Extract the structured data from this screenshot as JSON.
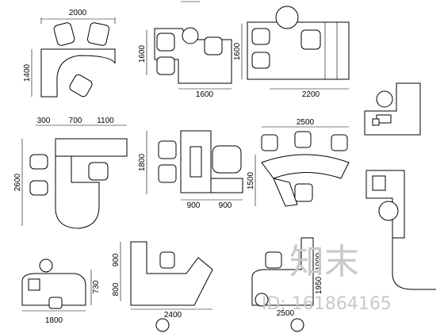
{
  "dimensions": {
    "a_top": "2000",
    "a_side": "1400",
    "b_side": "1600",
    "b_bottom": "1600",
    "c_side": "1600",
    "c_bottom": "2200",
    "d_top1": "300",
    "d_top2": "700",
    "d_top3": "1100",
    "d_side": "2600",
    "e_side": "1800",
    "e_bottom1": "900",
    "e_bottom2": "900",
    "f_top": "2500",
    "f_side": "1500",
    "g_side": "730",
    "g_bottom": "1800",
    "h_side1": "900",
    "h_side2": "800",
    "h_bottom": "2400",
    "i_side1": "1000",
    "i_side2": "1950",
    "i_bottom": "2500"
  },
  "watermark": {
    "brand": "知末",
    "id_text": "ID: 161864165"
  }
}
